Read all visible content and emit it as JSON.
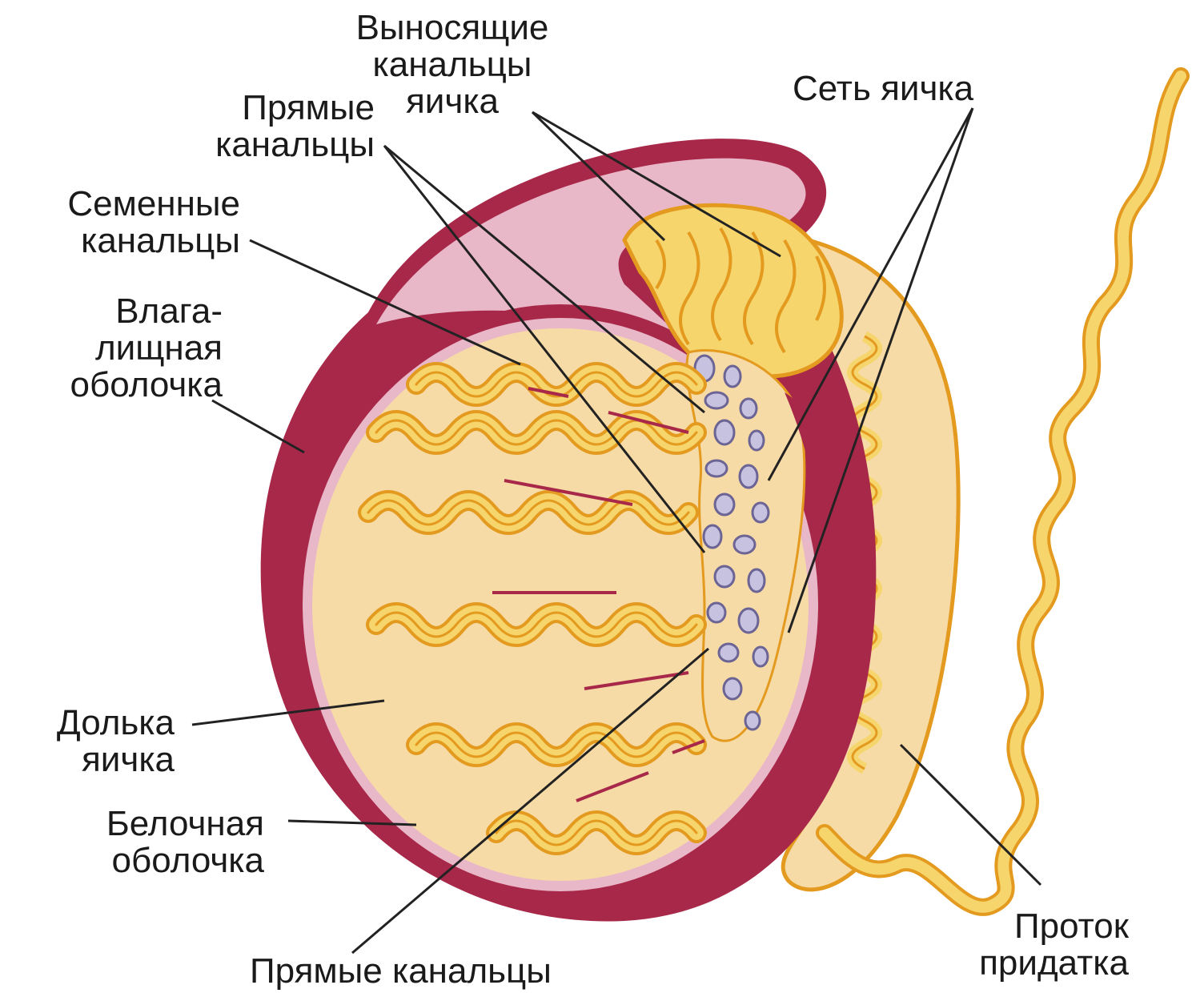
{
  "labels": {
    "efferent_ductules": "Выносящие\nканальцы\nяичка",
    "rete_testis": "Сеть яичка",
    "straight_tubules_top": "Прямые\nканальцы",
    "seminiferous_tubules": "Семенные\nканальцы",
    "tunica_vaginalis": "Влага-\nлищная\nоболочка",
    "lobule": "Долька\nяичка",
    "tunica_albuginea": "Белочная\nоболочка",
    "epididymal_duct": "Проток\nпридатка",
    "straight_tubules_bottom": "Прямые канальцы"
  },
  "colors": {
    "tunica": "#a8284a",
    "tunica_light": "#e9b8c8",
    "testis_fill": "#f6dba6",
    "tubule_fill": "#f5d56c",
    "tubule_edge": "#e39a1f",
    "rete_fill": "#c6c2df",
    "rete_edge": "#6b6494",
    "leader": "#222222"
  }
}
